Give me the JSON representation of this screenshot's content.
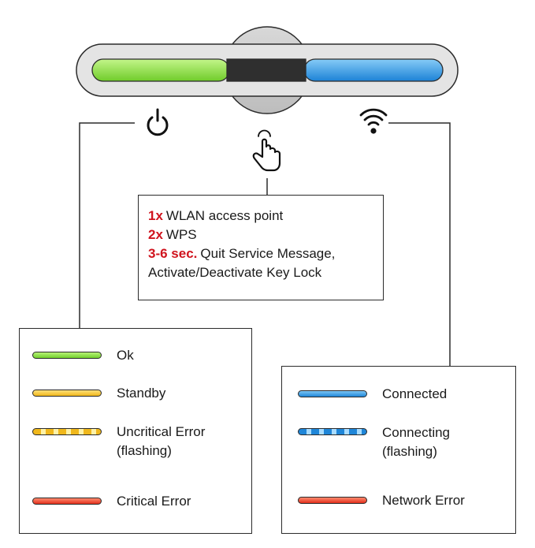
{
  "device": {
    "led_segments": [
      {
        "name": "power status",
        "color": "#7ad333"
      },
      {
        "name": "button",
        "color": "#2f2f2f"
      },
      {
        "name": "network status",
        "color": "#2a8fe0"
      }
    ],
    "icons": [
      "power-icon",
      "hand-press-icon",
      "wifi-icon"
    ]
  },
  "instructions": {
    "line1": {
      "key": "1x",
      "text": "WLAN access point"
    },
    "line2": {
      "key": "2x",
      "text": "WPS"
    },
    "line3": {
      "key": "3-6 sec.",
      "text": "Quit Service Message,"
    },
    "line4": {
      "text": "Activate/Deactivate Key Lock"
    },
    "key_color": "#d0141e"
  },
  "legend_left": {
    "items": [
      {
        "label": "Ok",
        "color": "green"
      },
      {
        "label": "Standby",
        "color": "yellow"
      },
      {
        "label": "Uncritical Error",
        "sublabel": "(flashing)",
        "color": "yellow-flashing"
      },
      {
        "label": "Critical Error",
        "color": "red"
      }
    ]
  },
  "legend_right": {
    "items": [
      {
        "label": "Connected",
        "color": "blue"
      },
      {
        "label": "Connecting",
        "sublabel": "(flashing)",
        "color": "blue-flashing"
      },
      {
        "label": "Network Error",
        "color": "red"
      }
    ]
  }
}
